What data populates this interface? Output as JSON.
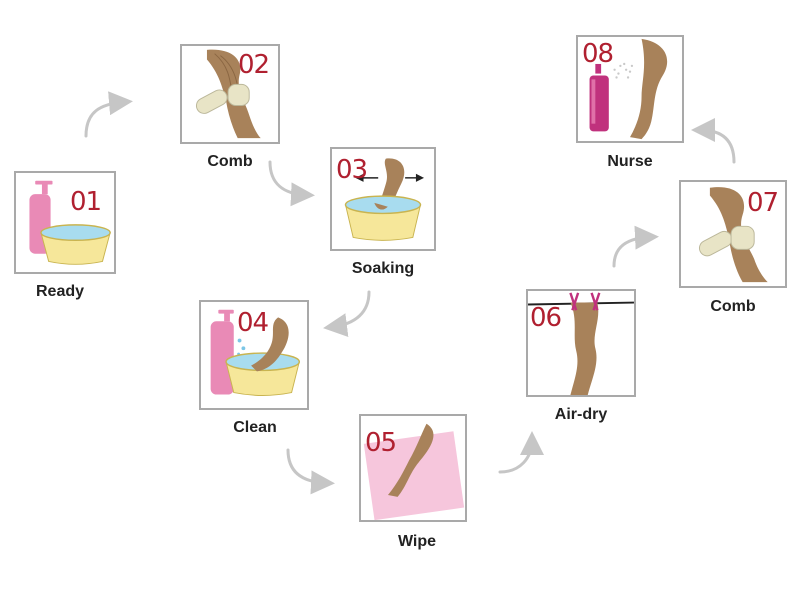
{
  "steps": [
    {
      "number": "01",
      "label": "Ready"
    },
    {
      "number": "02",
      "label": "Comb"
    },
    {
      "number": "03",
      "label": "Soaking"
    },
    {
      "number": "04",
      "label": "Clean"
    },
    {
      "number": "05",
      "label": "Wipe"
    },
    {
      "number": "06",
      "label": "Air-dry"
    },
    {
      "number": "07",
      "label": "Comb"
    },
    {
      "number": "08",
      "label": "Nurse"
    }
  ],
  "colors": {
    "number": "#b02030",
    "hair": "#a8825a",
    "bowl": "#f6e79a",
    "water": "#a8dcef",
    "bottle": "#e98ab6",
    "brush": "#e8e4c6",
    "towel": "#f6c6dc",
    "arrow": "#c6c6c6",
    "nurse_bottle": "#c0317d"
  },
  "icons": [
    "bottle-icon",
    "bowl-icon",
    "hair-icon",
    "brush-icon",
    "towel-icon",
    "clothespin-icon",
    "spray-bottle-icon",
    "arrow-icon"
  ]
}
